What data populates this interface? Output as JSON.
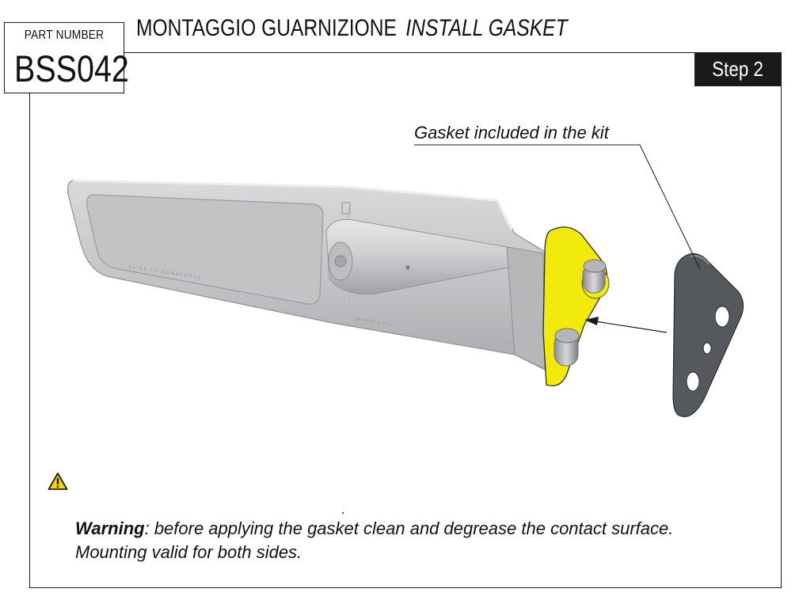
{
  "part_number": {
    "label": "PART NUMBER",
    "value": "BSS042"
  },
  "title": {
    "italian": "MONTAGGIO GUARNIZIONE",
    "english": "INSTALL GASKET"
  },
  "step": {
    "label": "Step 2"
  },
  "callout": {
    "text": "Gasket included in the kit"
  },
  "part_markings": {
    "mirror_text": "ALIGN TO DOWNFORCE",
    "origin_text": "CREATED IN ITALY"
  },
  "warning": {
    "icon": "warning-triangle-icon",
    "bold": "Warning",
    "text": ": before applying the gasket clean and degrease the contact surface.",
    "line2": "Mounting valid for both sides."
  },
  "colors": {
    "gasket_highlight": "#f2ea0a",
    "gasket": "#55585c",
    "part": "#c9cacc",
    "frame": "#1a1a1a"
  }
}
